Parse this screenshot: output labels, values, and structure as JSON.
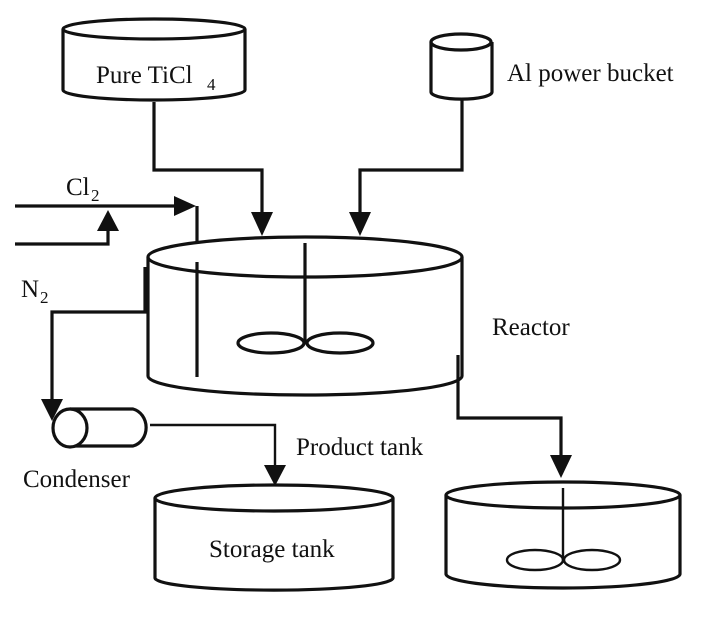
{
  "diagram": {
    "type": "process-flow",
    "colors": {
      "line": "#111111",
      "background": "#ffffff"
    },
    "labels": {
      "pure_ticl4_main": "Pure TiCl",
      "pure_ticl4_sub": "4",
      "al_bucket": "Al power bucket",
      "cl2_main": "Cl",
      "cl2_sub": "2",
      "n2_main": "N",
      "n2_sub": "2",
      "reactor": "Reactor",
      "condenser": "Condenser",
      "product_tank": "Product tank",
      "storage_tank": "Storage tank"
    },
    "nodes": [
      {
        "id": "pure-ticl4-tank",
        "label": "Pure TiCl4"
      },
      {
        "id": "al-powder-bucket",
        "label": "Al power bucket"
      },
      {
        "id": "reactor",
        "label": "Reactor"
      },
      {
        "id": "condenser",
        "label": "Condenser"
      },
      {
        "id": "storage-tank",
        "label": "Storage tank"
      },
      {
        "id": "product-tank",
        "label": "Product tank"
      }
    ],
    "edges": [
      {
        "from": "pure-ticl4-tank",
        "to": "reactor"
      },
      {
        "from": "al-powder-bucket",
        "to": "reactor"
      },
      {
        "from": "Cl2",
        "to": "reactor"
      },
      {
        "from": "N2",
        "to": "Cl2 line"
      },
      {
        "from": "reactor",
        "to": "condenser"
      },
      {
        "from": "condenser",
        "to": "storage-tank"
      },
      {
        "from": "reactor",
        "to": "product-tank"
      }
    ]
  }
}
